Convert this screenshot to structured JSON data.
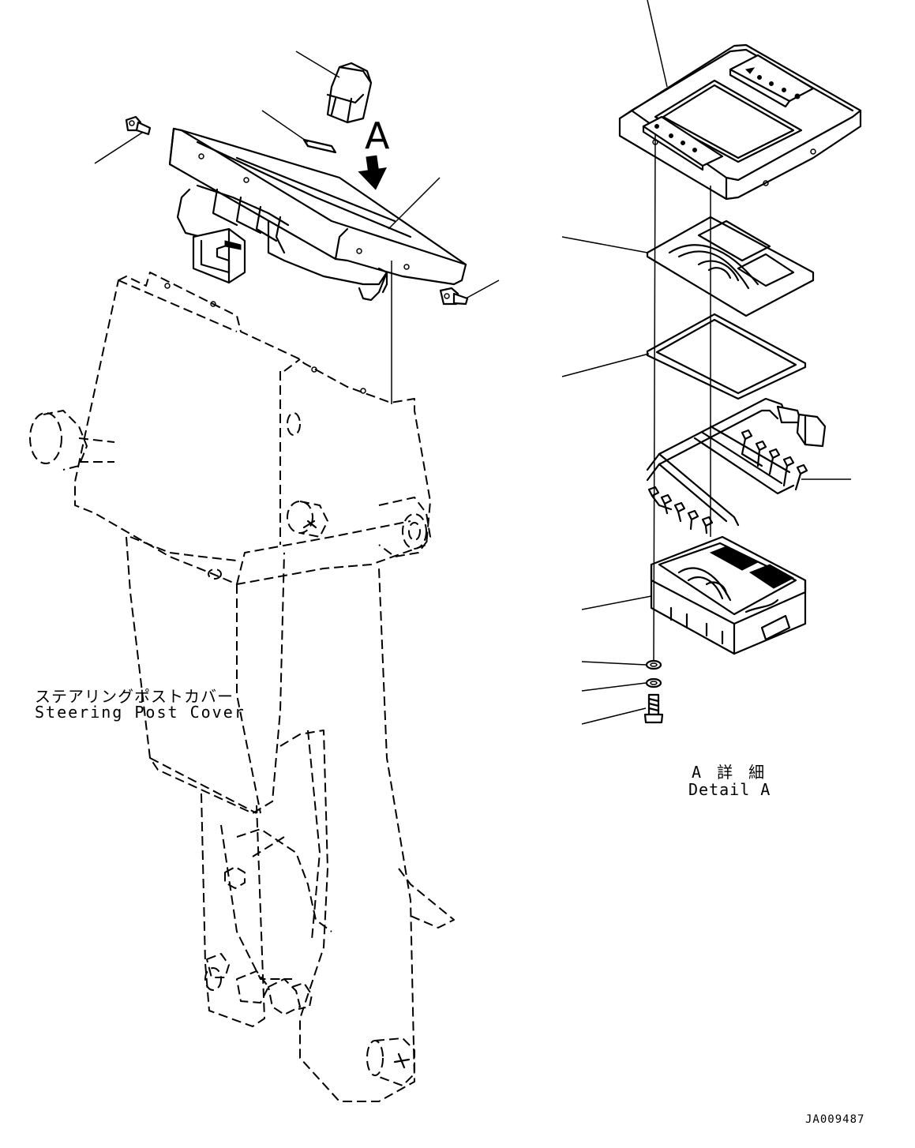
{
  "labels": {
    "steering_post_cover_jp": "ステアリングポストカバー",
    "steering_post_cover_en": "Steering Post Cover",
    "detail_jp": "A 詳 細",
    "detail_en": "Detail A",
    "view_letter": "A",
    "drawing_id": "JA009487"
  }
}
